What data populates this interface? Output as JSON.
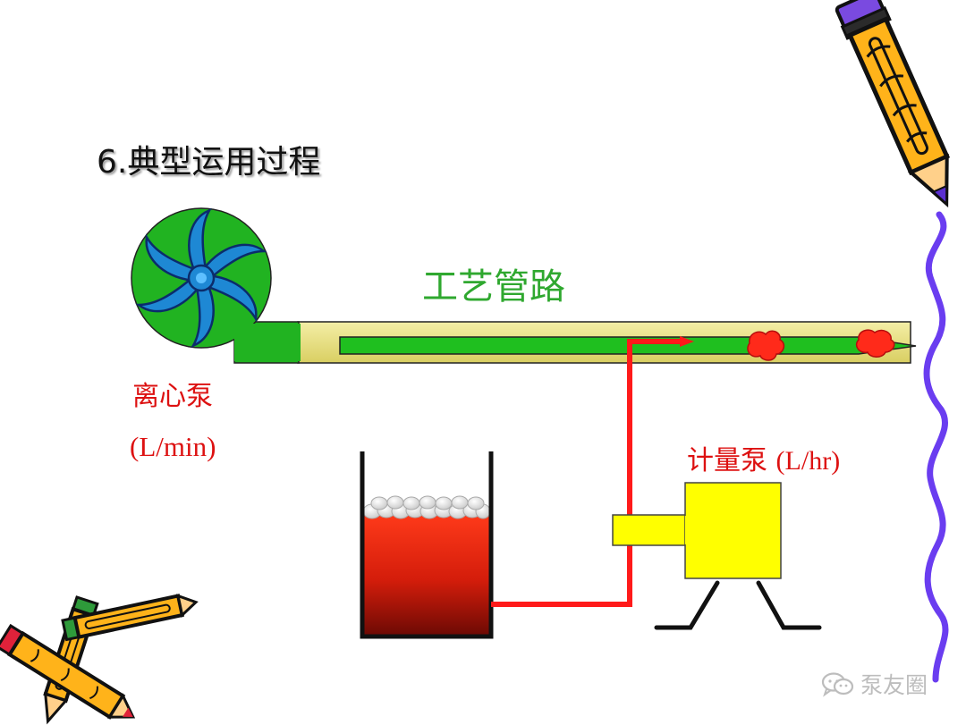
{
  "slide": {
    "title": "6.典型运用过程",
    "pipe_label": "工艺管路",
    "centrifugal_pump": {
      "name": "离心泵",
      "unit": "(L/min)"
    },
    "metering_pump": {
      "name": "计量泵",
      "unit": "(L/hr)"
    },
    "watermark": {
      "icon": "wechat-icon",
      "text": "泵友圈"
    }
  },
  "colors": {
    "title": "#111111",
    "pipe_label": "#2fa82f",
    "red_label": "#dd1111",
    "pump_body": "#21b321",
    "impeller": "#1e88d4",
    "pipe_outer": "#ece58e",
    "pipe_inner": "#1fbf1f",
    "injection_line": "#ff1a1a",
    "tank_liquid": "#c8200a",
    "metering_pump_body": "#ffff00",
    "border_wave": "#6a3df0"
  }
}
